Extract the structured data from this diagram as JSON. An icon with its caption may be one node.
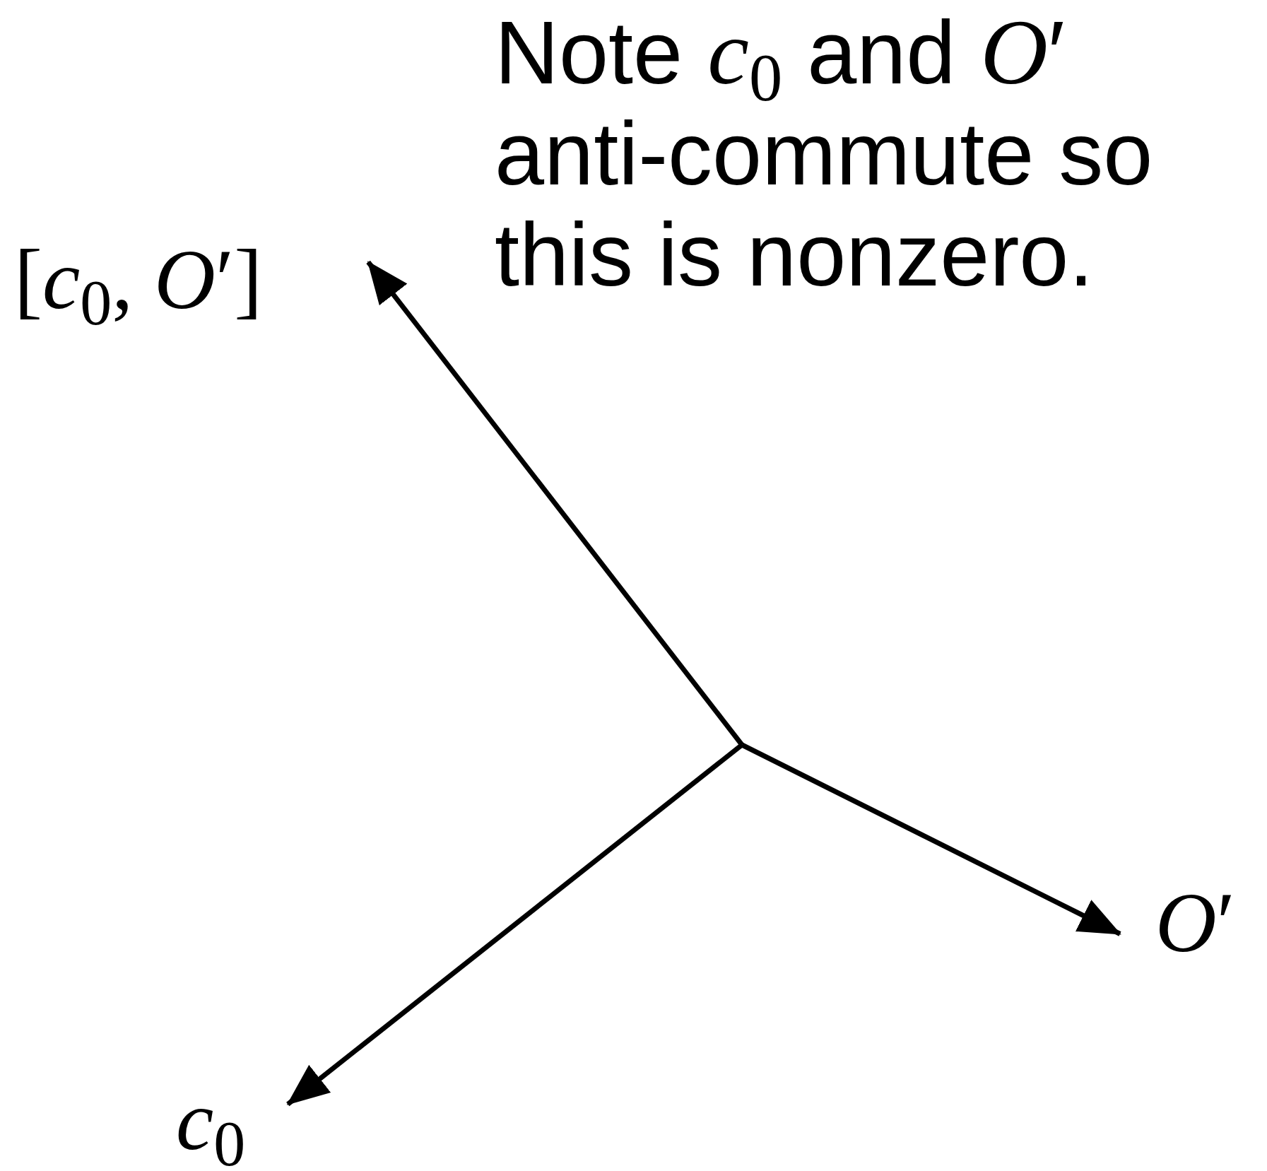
{
  "diagram": {
    "nodes": [
      {
        "text": [
          "[*c*$_{0}$, *O*′]"
        ]
      },
      {
        "text": [
          "*c*$_{0}$"
        ]
      },
      {
        "text": [
          "*O*′"
        ]
      }
    ],
    "edges": [
      {
        "from": null,
        "to": 0,
        "arrow": "to"
      },
      {
        "from": null,
        "to": 1,
        "arrow": "to"
      },
      {
        "from": null,
        "to": 2,
        "arrow": "to"
      }
    ],
    "labels": [
      "Note *c*$_{0}$ and *O*′ anti-commute so this is nonzero."
    ]
  }
}
